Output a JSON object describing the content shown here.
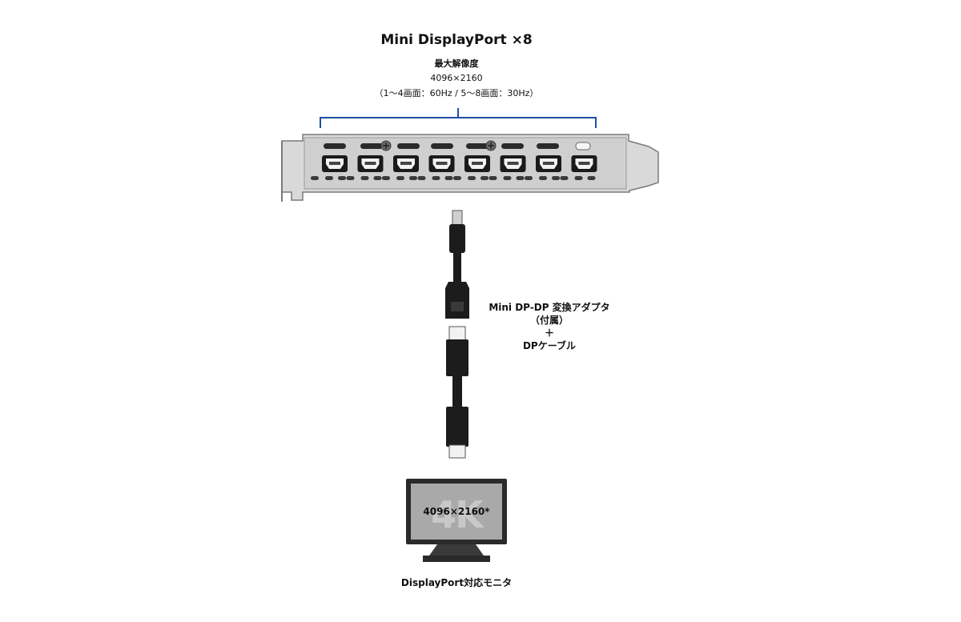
{
  "title": "Mini DisplayPort ×8",
  "spec": {
    "label": "最大解像度",
    "resolution": "4096×2160",
    "note": "（1～4画面：60Hz / 5～8画面：30Hz）"
  },
  "adapter": {
    "line1": "Mini DP-DP 変換アダプタ",
    "line2": "（付属）",
    "line3": "＋",
    "line4": "DPケーブル"
  },
  "monitor": {
    "screen_text": "4096×2160*",
    "badge": "4K",
    "label": "DisplayPort対応モニタ"
  },
  "colors": {
    "bracket_line": "#1e4fa6",
    "plate": "#d6d6d6",
    "port": "#1a1a1a",
    "cable": "#1c1c1c",
    "monitor_frame": "#2a2a2a",
    "screen": "#a9a9a9"
  },
  "port_count": 8
}
